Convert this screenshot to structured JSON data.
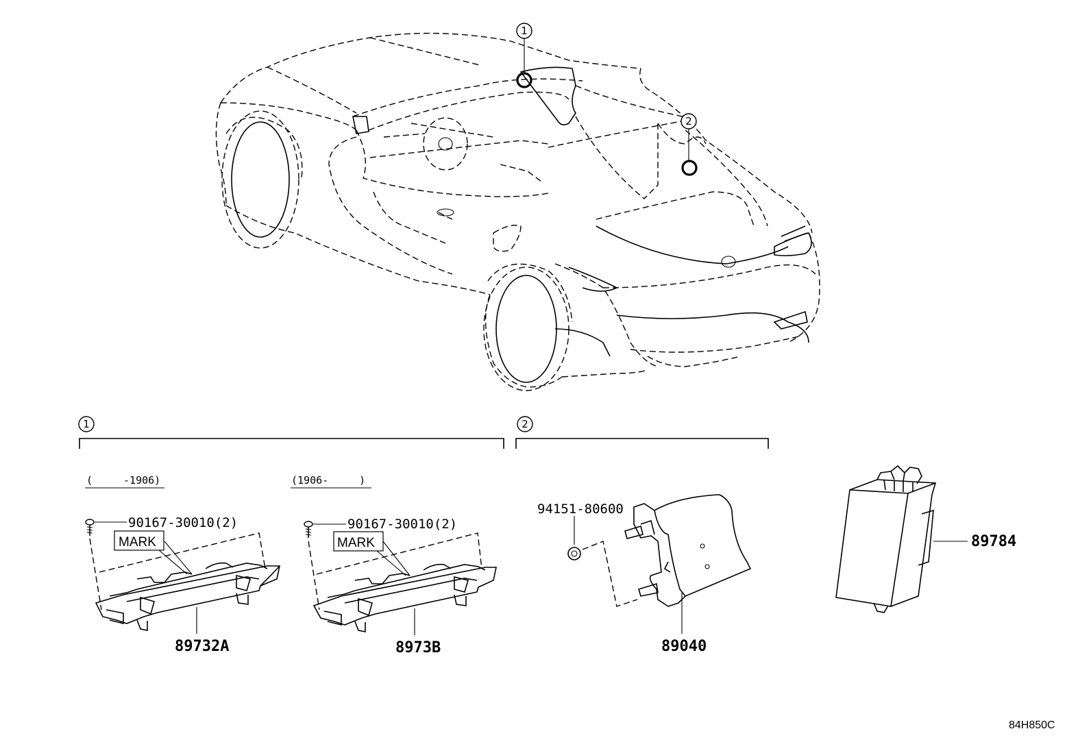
{
  "callouts": {
    "one": "1",
    "two": "2"
  },
  "group1": {
    "date_left": "(　　　-1906)",
    "date_right": "(1906-　　　)",
    "bolt_left": "90167-30010(2)",
    "bolt_right": "90167-30010(2)",
    "mark_left": "MARK",
    "mark_right": "MARK",
    "part_left": "89732A",
    "part_right": "8973B"
  },
  "group2": {
    "clip": "94151-80600",
    "bracket_part": "89040"
  },
  "ecu_part": "89784",
  "drawing_code": "84H850C"
}
